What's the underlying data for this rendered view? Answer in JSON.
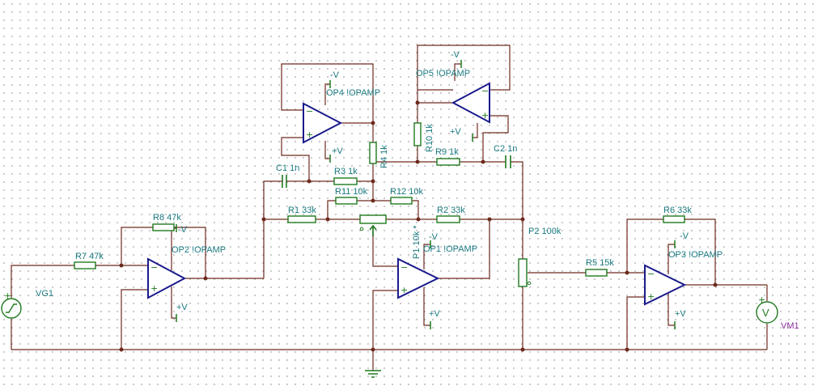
{
  "components": {
    "vg1": "VG1",
    "vm1": "VM1",
    "r7": "R7 47k",
    "r8": "R8 47k",
    "r1": "R1 33k",
    "r2": "R2 33k",
    "r3": "R3 1k",
    "r4": "R4 1k",
    "r5": "R5 15k",
    "r6": "R6 33k",
    "r9": "R9 1k",
    "r10": "R10 1k",
    "r11": "R11 10k",
    "r12": "R12 10k",
    "c1": "C1 1n",
    "c2": "C2 1n",
    "p1": "P1 10k *",
    "p2": "P2 100k",
    "op1": "OP1 !OPAMP",
    "op2": "OP2 !OPAMP",
    "op3": "OP3 !OPAMP",
    "op4": "OP4 !OPAMP",
    "op5": "OP5 !OPAMP"
  },
  "supply": {
    "neg": "-V",
    "pos": "+V"
  },
  "pins": {
    "minus": "−",
    "plus": "+"
  },
  "colors": {
    "wire": "#6e2a1e",
    "passive": "#1f7a1f",
    "opamp": "#1a1a8c",
    "label": "#1a7a80",
    "meter_label": "#8a2c9c"
  },
  "icons": {
    "source": "function-generator-icon",
    "meter": "voltmeter-icon",
    "ground": "ground-icon"
  }
}
